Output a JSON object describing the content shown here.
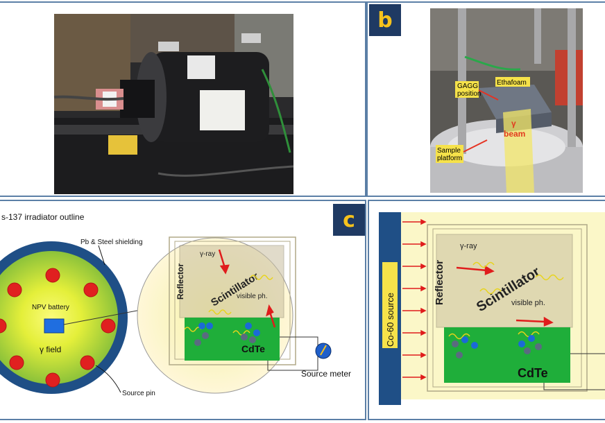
{
  "panel_a": {},
  "panel_b": {
    "badge": "b",
    "labels": {
      "gagg": [
        "GAGG",
        "position"
      ],
      "ethafoam": "Ethafoam",
      "gamma": "γ",
      "beam": "beam",
      "sample": [
        "Sample",
        "platform"
      ]
    }
  },
  "panel_c": {
    "badge": "c",
    "title": "s-137 irradiator outline",
    "shielding": "Pb & Steel shielding",
    "battery": "NPV battery",
    "field": "γ field",
    "pin": "Source pin",
    "gamma_ray": "γ-ray",
    "reflector": "Reflector",
    "scintillator": "Scintillator",
    "visible": "visible ph.",
    "cdte": "CdTe",
    "meter": "Source meter"
  },
  "panel_d": {
    "source": "Co-60  source",
    "gamma_ray": "γ-ray",
    "reflector": "Reflector",
    "scintillator": "Scintillator",
    "visible": "visible ph.",
    "cdte": "CdTe"
  },
  "colors": {
    "panel_border": "#5b7fa6",
    "badge_bg": "#1f3a63",
    "badge_text": "#f6c21c",
    "shield_blue": "#1f4f86",
    "source_pin": "#e02020",
    "cdte_green": "#1fae3a",
    "photo_arrow": "#e53222"
  }
}
